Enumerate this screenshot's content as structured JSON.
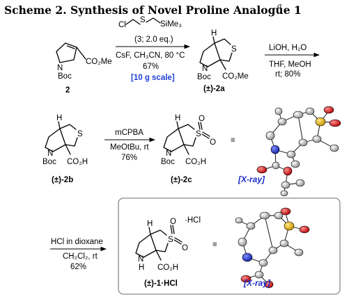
{
  "title": {
    "text": "Scheme 2. Synthesis of Novel Proline Analogue 1",
    "superscript": "a"
  },
  "compounds": {
    "c2": {
      "label": "2",
      "ester": "CO₂Me",
      "n": "N",
      "boc": "Boc"
    },
    "c2a": {
      "label": "(±)-2a",
      "h": "H",
      "s": "S",
      "n": "N",
      "boc": "Boc",
      "ester": "CO₂Me"
    },
    "c2b": {
      "label": "(±)-2b",
      "h": "H",
      "s": "S",
      "n": "N",
      "boc": "Boc",
      "acid": "CO₂H"
    },
    "c2c": {
      "label": "(±)-2c",
      "h": "H",
      "s": "S",
      "o": "O",
      "n": "N",
      "boc": "Boc",
      "acid": "CO₂H"
    },
    "c1": {
      "label": "(±)-1·HCl",
      "h": "H",
      "s": "S",
      "o": "O",
      "n": "N",
      "nh": "H",
      "acid": "CO₂H",
      "salt": "·HCl"
    }
  },
  "reagent_top": {
    "cl": "Cl",
    "s": "S",
    "sime3": "SiMe₃"
  },
  "steps": {
    "step1": {
      "line1": "(3; 2.0 eq.)",
      "line2": "CsF, CH₃CN, 80 °C",
      "line3": "67%",
      "line4": "[10 g scale]"
    },
    "step2": {
      "line1": "LiOH, H₂O",
      "line2": "THF, MeOH",
      "line3": "rt; 80%"
    },
    "step3": {
      "line1": "mCPBA",
      "line2": "MeOtBu, rt",
      "line3": "76%"
    },
    "step4": {
      "line1": "HCl in dioxane",
      "line2": "CH₂Cl₂, rt",
      "line3": "62%"
    }
  },
  "equiv_symbol": "≡",
  "xray_label": "[X-ray]"
}
